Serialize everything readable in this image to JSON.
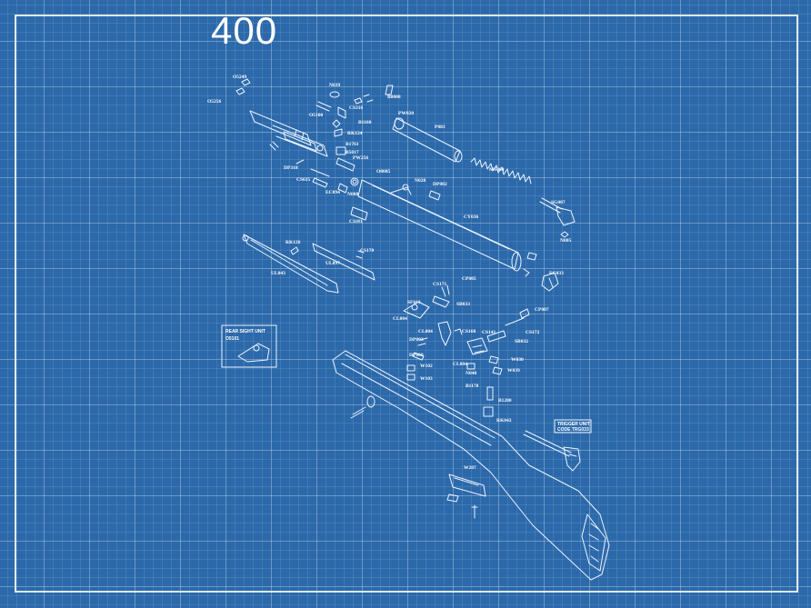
{
  "title": "400",
  "colors": {
    "background": "#2b69aa",
    "grid": "#5b8fc6",
    "line": "#eef4ff"
  },
  "parts": [
    "O5249",
    "O5256",
    "N039",
    "B8008",
    "CS316",
    "O5100",
    "B1160",
    "PW020",
    "P083",
    "RK124",
    "B1761",
    "B5017",
    "PW256",
    "DP318",
    "CS615",
    "EC094",
    "O8085",
    "N028",
    "DP002",
    "N008",
    "C1101",
    "CY036",
    "MS004",
    "SG007",
    "N005",
    "RK126",
    "CS170",
    "UL097",
    "UL043",
    "EC033",
    "CS171",
    "CP005",
    "SF013",
    "SB033",
    "CL004",
    "CP007",
    "CS141",
    "CS172",
    "CL004",
    "CS168",
    "SB032",
    "DP003",
    "DP060",
    "W102",
    "W103",
    "CL004",
    "W030",
    "W039",
    "N040",
    "B1178",
    "B1280",
    "RK042",
    "W207"
  ],
  "rear_sight_box": {
    "heading": "REAR SIGHT UNIT",
    "code": "O5101"
  },
  "trigger_box": {
    "heading": "TRIGGER UNIT",
    "code": "CODE TRG033"
  }
}
